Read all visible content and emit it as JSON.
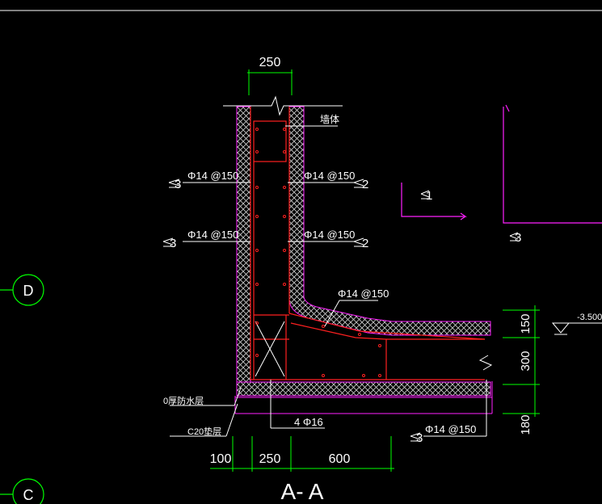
{
  "section_title": "A- A",
  "grid_axes": [
    {
      "label": "D"
    },
    {
      "label": "C"
    }
  ],
  "dimensions": {
    "wall_thickness": "250",
    "bottom_offset": "100",
    "bottom_wall": "250",
    "bottom_heel": "600",
    "right_top": "150",
    "right_middle": "300",
    "right_bottom": "180"
  },
  "elevation": "-3.500",
  "labels": {
    "wall_body": "墙体",
    "rebar_left_1": "Φ14 @150",
    "rebar_left_2": "Φ14 @150",
    "rebar_right_1": "Φ14 @150",
    "rebar_right_2": "Φ14 @150",
    "rebar_slope": "Φ14 @150",
    "rebar_bottom_main": "4 Φ16",
    "rebar_bottom_dist": "Φ14 @150",
    "waterproof_layer": "0厚防水层",
    "cushion_layer": "C20垫层"
  },
  "callouts": {
    "left_1": "3",
    "left_2": "3",
    "right_1": "2",
    "right_2": "2",
    "bottom": "3",
    "isolated_1": "1",
    "isolated_2": "3"
  },
  "colors": {
    "background": "#000000",
    "line_white": "#ffffff",
    "concrete_red": "#ff2020",
    "magenta": "#ff20ff",
    "green": "#00ff00",
    "hatch_grey": "#c8c8c8"
  }
}
